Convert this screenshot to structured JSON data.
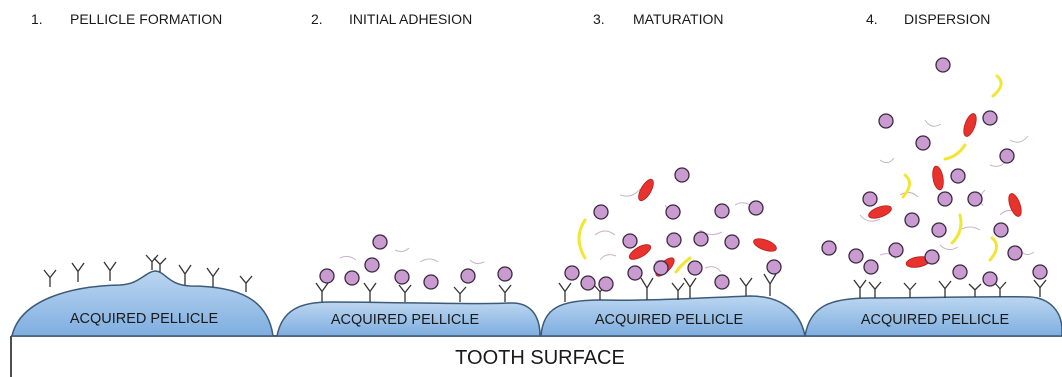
{
  "stages": [
    {
      "number": "1.",
      "title": "PELLICLE FORMATION"
    },
    {
      "number": "2.",
      "title": "INITIAL ADHESION"
    },
    {
      "number": "3.",
      "title": "MATURATION"
    },
    {
      "number": "4.",
      "title": "DISPERSION"
    }
  ],
  "pellicle_label": "ACQUIRED PELLICLE",
  "surface_label": "TOOTH SURFACE",
  "colors": {
    "pellicle_fill_top": "#bcd6f0",
    "pellicle_fill_bottom": "#7eaee0",
    "pellicle_stroke": "#3d5a78",
    "cocci_fill": "#c99bd1",
    "cocci_stroke": "#3a2a3f",
    "rod_red": "#e8322d",
    "filament_yellow": "#f2e633",
    "thread": "#c9b3c6"
  }
}
